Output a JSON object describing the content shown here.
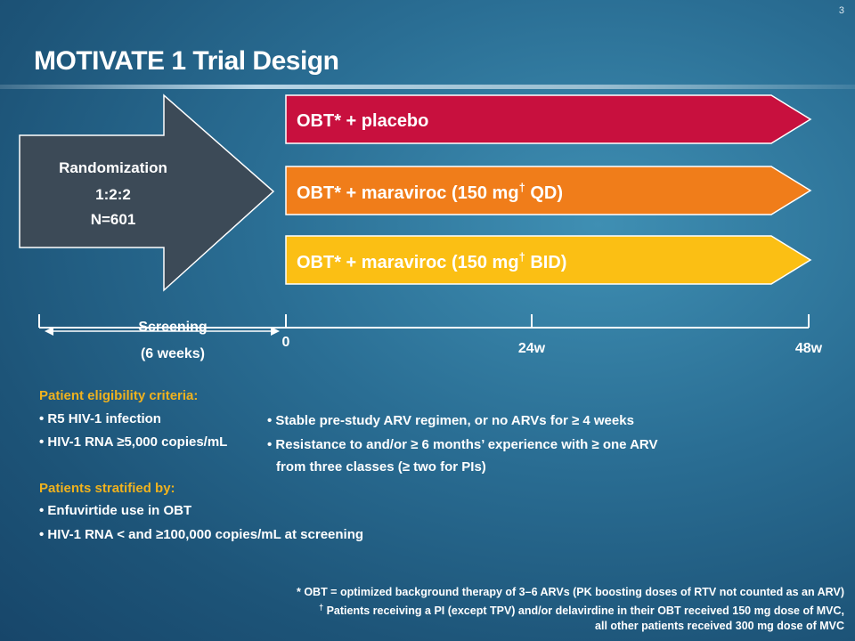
{
  "slide_number": "3",
  "title": "MOTIVATE 1 Trial Design",
  "randomization": {
    "line1": "Randomization",
    "line2": "1:2:2",
    "line3": "N=601"
  },
  "arms": [
    {
      "pre": "OBT* + placebo",
      "sup": "",
      "post": "",
      "color": "#c8103e"
    },
    {
      "pre": "OBT* + maraviroc (150 mg",
      "sup": "†",
      "post": " QD)",
      "color": "#f07d1a"
    },
    {
      "pre": "OBT* + maraviroc (150 mg",
      "sup": "†",
      "post": " BID)",
      "color": "#fbbf14"
    }
  ],
  "timeline": {
    "screening_line1": "Screening",
    "screening_line2": "(6 weeks)",
    "t0": "0",
    "t24": "24w",
    "t48": "48w"
  },
  "eligibility": {
    "heading": "Patient eligibility criteria:",
    "left": [
      "• R5 HIV-1 infection",
      "• HIV-1 RNA ≥5,000 copies/mL"
    ],
    "right": [
      "•  Stable pre-study ARV regimen, or no ARVs for ≥ 4 weeks",
      "•  Resistance to and/or ≥ 6 months’ experience with ≥ one ARV",
      "from three classes (≥ two for PIs)"
    ]
  },
  "stratified": {
    "heading": "Patients stratified by:",
    "items": [
      "• Enfuvirtide use in OBT",
      "• HIV-1 RNA < and ≥100,000 copies/mL at screening"
    ]
  },
  "footnotes": {
    "line1": "* OBT = optimized background therapy of 3–6 ARVs (PK boosting doses of RTV not counted as an ARV)",
    "line2_sup": "†",
    "line2": " Patients receiving a PI (except TPV) and/or delavirdine in their OBT received 150 mg dose of MVC,",
    "line3": "all other patients received 300 mg dose of MVC"
  },
  "colors": {
    "rand_arrow": "#3c4a57",
    "accent_gold": "#f0b21e"
  }
}
